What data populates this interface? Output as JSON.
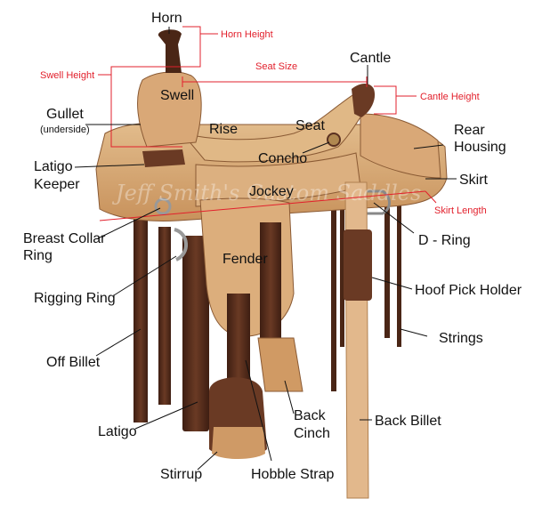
{
  "labels": {
    "horn": "Horn",
    "cantle": "Cantle",
    "swell": "Swell",
    "rise": "Rise",
    "seat": "Seat",
    "gullet": "Gullet",
    "gullet_sub": "(underside)",
    "rear_housing_1": "Rear",
    "rear_housing_2": "Housing",
    "concho": "Concho",
    "latigo_keeper_1": "Latigo",
    "latigo_keeper_2": "Keeper",
    "skirt": "Skirt",
    "jockey": "Jockey",
    "breast_collar_1": "Breast Collar",
    "breast_collar_2": "Ring",
    "d_ring": "D - Ring",
    "fender": "Fender",
    "rigging_ring": "Rigging Ring",
    "hoof_pick": "Hoof Pick Holder",
    "strings": "Strings",
    "off_billet": "Off Billet",
    "back_cinch_1": "Back",
    "back_cinch_2": "Cinch",
    "back_billet": "Back Billet",
    "latigo": "Latigo",
    "stirrup": "Stirrup",
    "hobble_strap": "Hobble Strap"
  },
  "measurements": {
    "horn_height": "Horn Height",
    "swell_height": "Swell Height",
    "seat_size": "Seat Size",
    "cantle_height": "Cantle Height",
    "skirt_length": "Skirt Length"
  },
  "watermark": "Jeff Smith's Custom Saddles",
  "colors": {
    "measure_red": "#e2202c",
    "leather_light": "#d8ae7e",
    "leather_mid": "#c8925c",
    "leather_dark": "#5a3020",
    "text": "#111111"
  }
}
